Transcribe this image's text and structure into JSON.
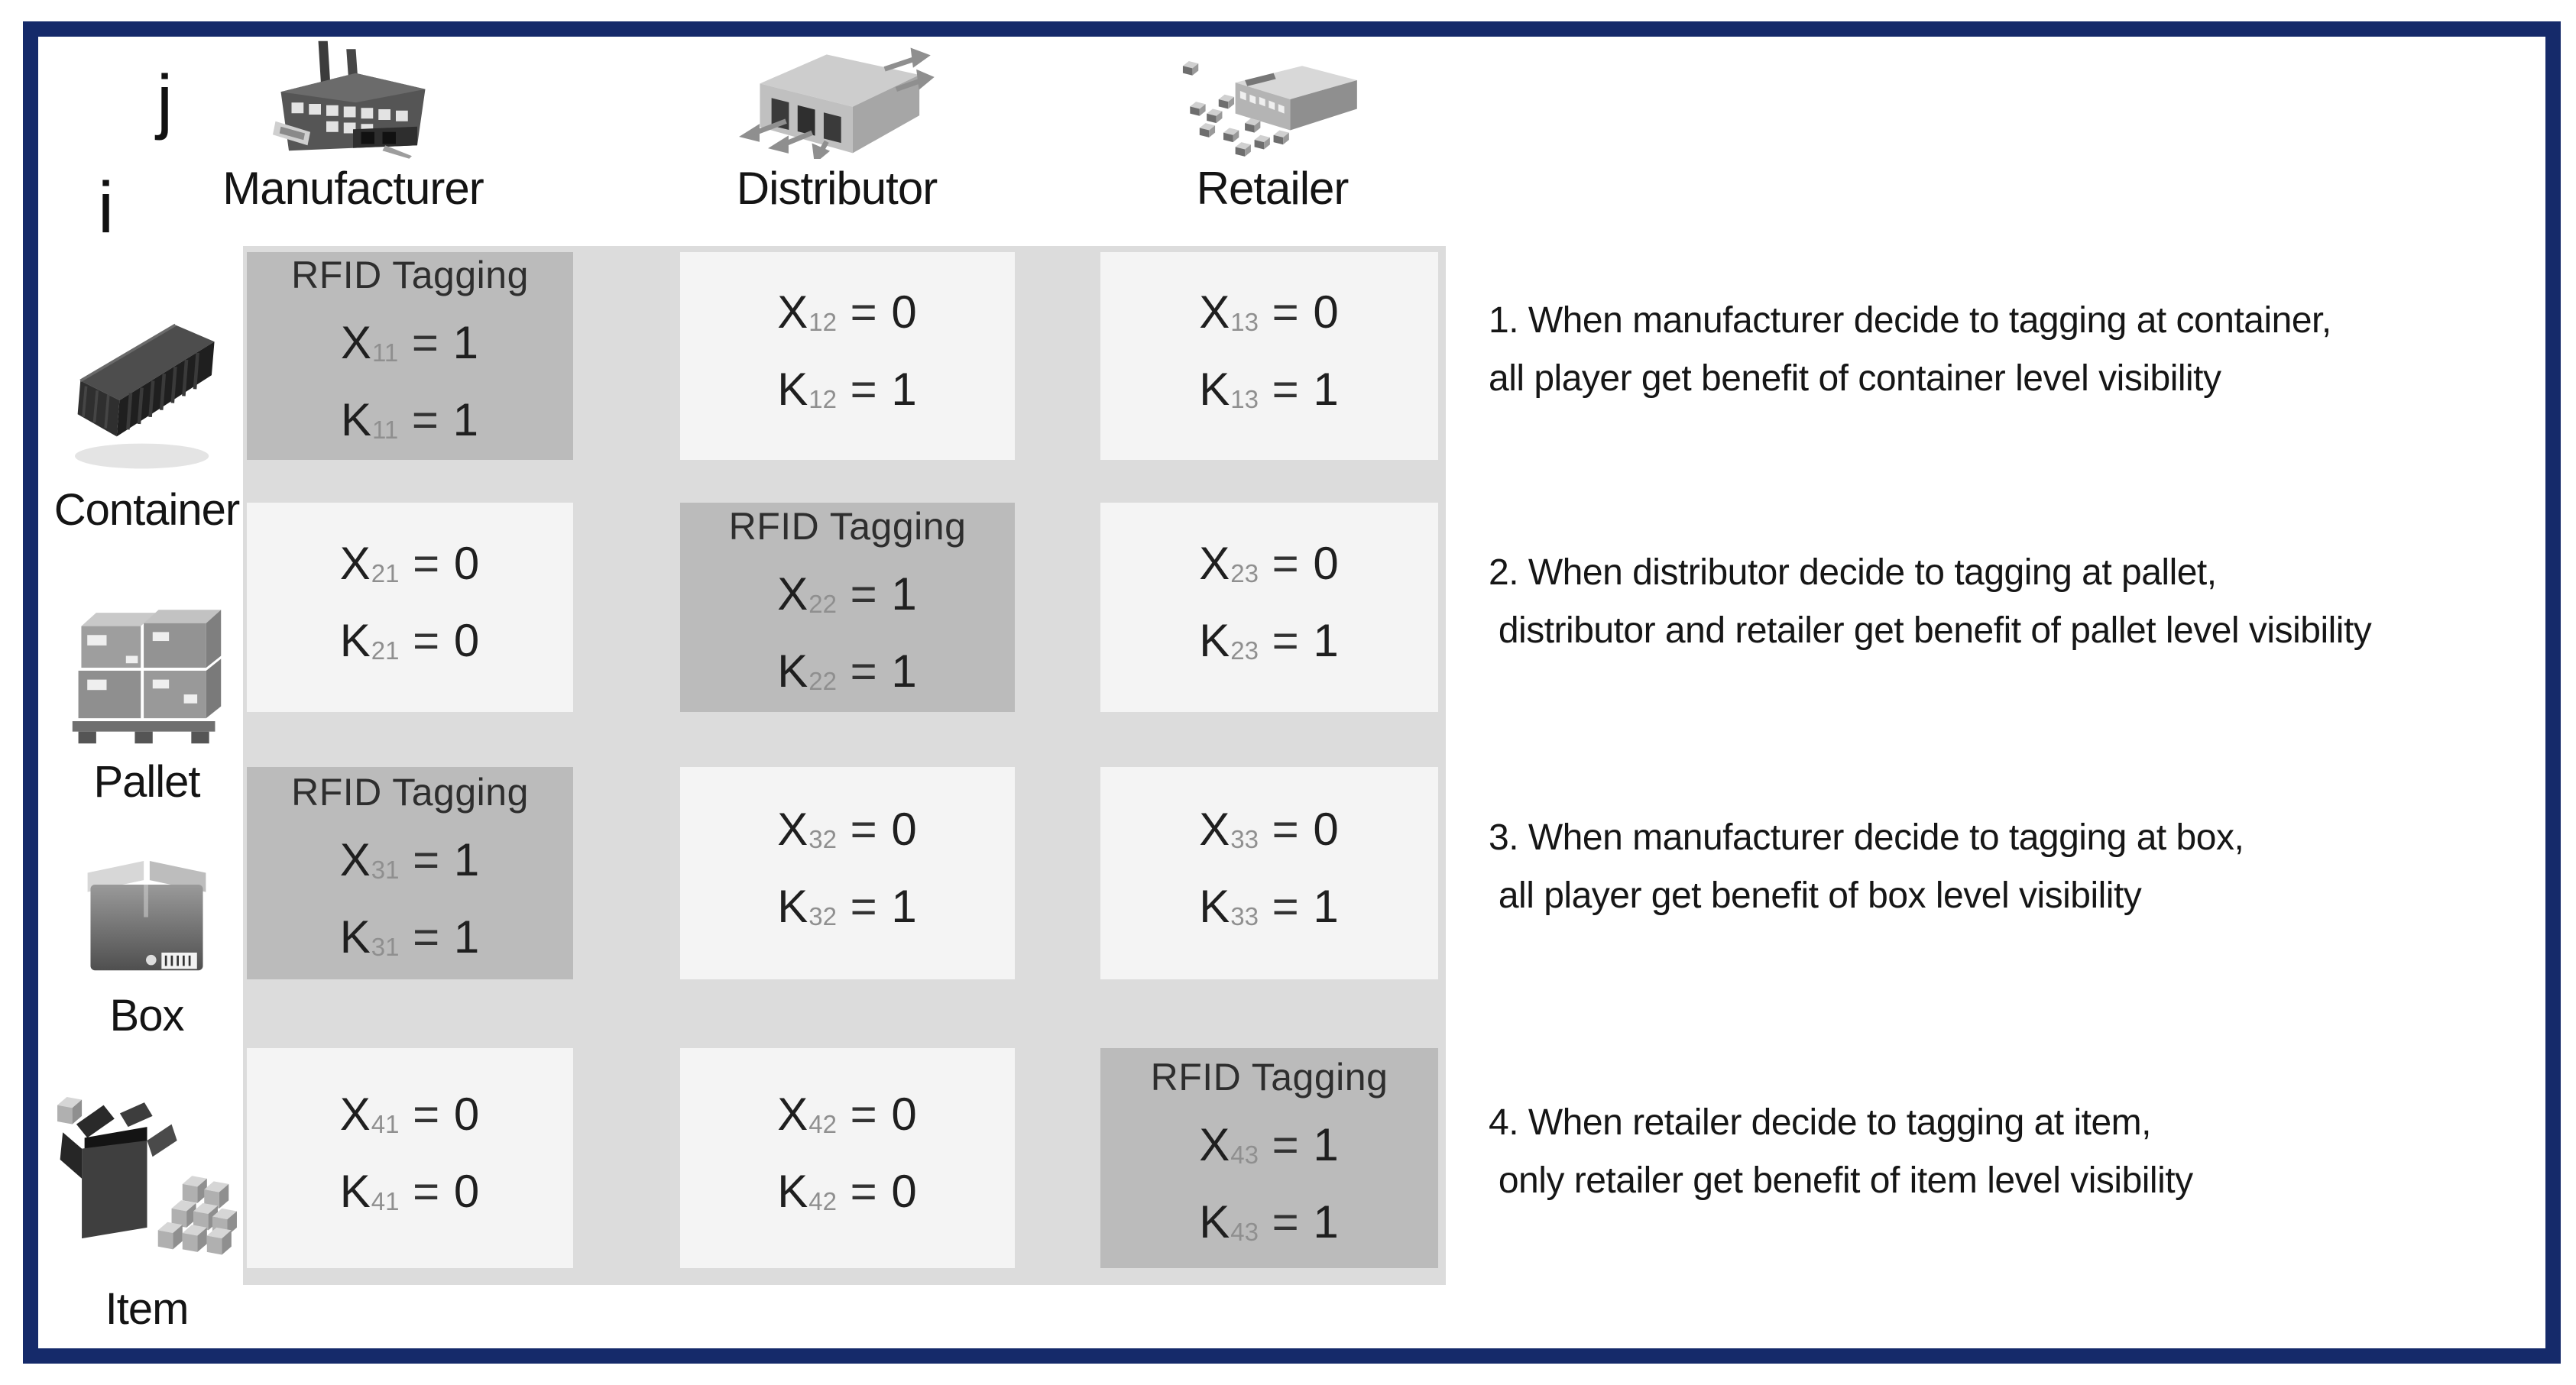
{
  "figure": {
    "border_color": "#152a6a",
    "background": "#ffffff"
  },
  "axes": {
    "col_index": "j",
    "row_index": "i"
  },
  "columns": [
    {
      "label": "Manufacturer",
      "icon": "factory-icon"
    },
    {
      "label": "Distributor",
      "icon": "warehouse-icon"
    },
    {
      "label": "Retailer",
      "icon": "store-icon"
    }
  ],
  "rows": [
    {
      "label": "Container",
      "icon": "container-icon"
    },
    {
      "label": "Pallet",
      "icon": "pallet-icon"
    },
    {
      "label": "Box",
      "icon": "box-icon"
    },
    {
      "label": "Item",
      "icon": "open-box-icon"
    }
  ],
  "matrix": {
    "rfid_label": "RFID Tagging",
    "x_var": "X",
    "k_var": "K",
    "eq": "=",
    "cells": [
      {
        "r": 1,
        "c": 1,
        "rfid": true,
        "sub": "11",
        "x": "1",
        "k": "1"
      },
      {
        "r": 1,
        "c": 2,
        "rfid": false,
        "sub": "12",
        "x": "0",
        "k": "1"
      },
      {
        "r": 1,
        "c": 3,
        "rfid": false,
        "sub": "13",
        "x": "0",
        "k": "1"
      },
      {
        "r": 2,
        "c": 1,
        "rfid": false,
        "sub": "21",
        "x": "0",
        "k": "0"
      },
      {
        "r": 2,
        "c": 2,
        "rfid": true,
        "sub": "22",
        "x": "1",
        "k": "1"
      },
      {
        "r": 2,
        "c": 3,
        "rfid": false,
        "sub": "23",
        "x": "0",
        "k": "1"
      },
      {
        "r": 3,
        "c": 1,
        "rfid": true,
        "sub": "31",
        "x": "1",
        "k": "1"
      },
      {
        "r": 3,
        "c": 2,
        "rfid": false,
        "sub": "32",
        "x": "0",
        "k": "1"
      },
      {
        "r": 3,
        "c": 3,
        "rfid": false,
        "sub": "33",
        "x": "0",
        "k": "1"
      },
      {
        "r": 4,
        "c": 1,
        "rfid": false,
        "sub": "41",
        "x": "0",
        "k": "0"
      },
      {
        "r": 4,
        "c": 2,
        "rfid": false,
        "sub": "42",
        "x": "0",
        "k": "0"
      },
      {
        "r": 4,
        "c": 3,
        "rfid": true,
        "sub": "43",
        "x": "1",
        "k": "1"
      }
    ]
  },
  "notes": [
    {
      "text": "1. When manufacturer decide to tagging at container,\nall player get benefit of container level visibility"
    },
    {
      "text": "2. When distributor decide to tagging at pallet,\n distributor and retailer get benefit of pallet level visibility"
    },
    {
      "text": "3. When manufacturer decide to tagging at box,\n all player get benefit of box level visibility"
    },
    {
      "text": "4. When retailer decide to tagging at item,\n only retailer get benefit of item level visibility"
    }
  ],
  "colors": {
    "cell_light": "#f4f4f4",
    "cell_dark": "#bbbbbb",
    "grid_background": "#dcdcdc",
    "text": "#1d1d1d",
    "subscript": "#8f8f8f"
  }
}
